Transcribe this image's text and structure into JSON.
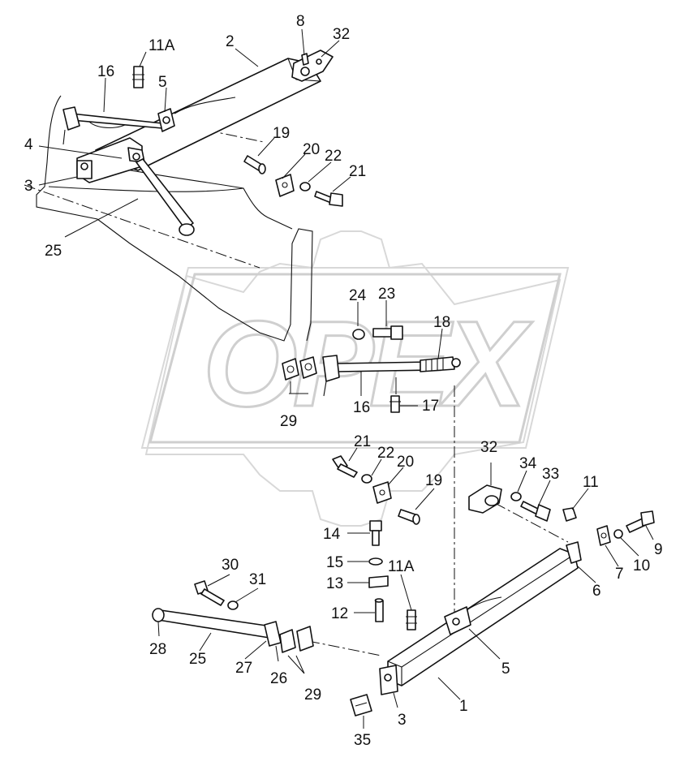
{
  "watermark": {
    "text": "OPEX"
  },
  "callouts": [
    {
      "id": "c-8",
      "text": "8"
    },
    {
      "id": "c-32-top",
      "text": "32"
    },
    {
      "id": "c-2",
      "text": "2"
    },
    {
      "id": "c-11a-top",
      "text": "11A"
    },
    {
      "id": "c-16-top",
      "text": "16"
    },
    {
      "id": "c-5-top",
      "text": "5"
    },
    {
      "id": "c-4",
      "text": "4"
    },
    {
      "id": "c-3-top",
      "text": "3"
    },
    {
      "id": "c-19-top",
      "text": "19"
    },
    {
      "id": "c-20-top",
      "text": "20"
    },
    {
      "id": "c-22-top",
      "text": "22"
    },
    {
      "id": "c-21-top",
      "text": "21"
    },
    {
      "id": "c-25-top",
      "text": "25"
    },
    {
      "id": "c-24",
      "text": "24"
    },
    {
      "id": "c-23",
      "text": "23"
    },
    {
      "id": "c-18",
      "text": "18"
    },
    {
      "id": "c-16-mid",
      "text": "16"
    },
    {
      "id": "c-17",
      "text": "17"
    },
    {
      "id": "c-29-mid",
      "text": "29"
    },
    {
      "id": "c-21-mid",
      "text": "21"
    },
    {
      "id": "c-22-mid",
      "text": "22"
    },
    {
      "id": "c-20-mid",
      "text": "20"
    },
    {
      "id": "c-19-mid",
      "text": "19"
    },
    {
      "id": "c-32-mid",
      "text": "32"
    },
    {
      "id": "c-34",
      "text": "34"
    },
    {
      "id": "c-33",
      "text": "33"
    },
    {
      "id": "c-11",
      "text": "11"
    },
    {
      "id": "c-14",
      "text": "14"
    },
    {
      "id": "c-15",
      "text": "15"
    },
    {
      "id": "c-13",
      "text": "13"
    },
    {
      "id": "c-11a-bot",
      "text": "11A"
    },
    {
      "id": "c-12",
      "text": "12"
    },
    {
      "id": "c-9",
      "text": "9"
    },
    {
      "id": "c-10",
      "text": "10"
    },
    {
      "id": "c-7",
      "text": "7"
    },
    {
      "id": "c-6",
      "text": "6"
    },
    {
      "id": "c-30",
      "text": "30"
    },
    {
      "id": "c-31",
      "text": "31"
    },
    {
      "id": "c-28",
      "text": "28"
    },
    {
      "id": "c-25-bot",
      "text": "25"
    },
    {
      "id": "c-27",
      "text": "27"
    },
    {
      "id": "c-26",
      "text": "26"
    },
    {
      "id": "c-29-bot",
      "text": "29"
    },
    {
      "id": "c-5-bot",
      "text": "5"
    },
    {
      "id": "c-1",
      "text": "1"
    },
    {
      "id": "c-3-bot",
      "text": "3"
    },
    {
      "id": "c-35",
      "text": "35"
    }
  ]
}
